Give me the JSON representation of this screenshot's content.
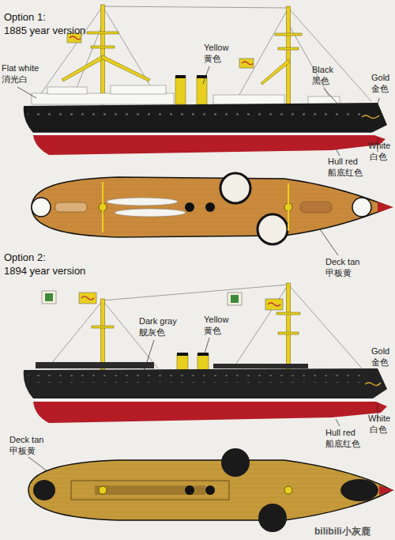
{
  "diagram": {
    "labels": [
      "Option 1:",
      "1885 year version",
      "Flat white",
      "消光白",
      "Yellow",
      "黄色",
      "Black",
      "黑色",
      "Gold",
      "金色",
      "Hull red",
      "船底红色",
      "White",
      "白色",
      "Deck tan",
      "甲板黄",
      "Option 2:",
      "1894 year version",
      "Dark gray",
      "舰灰色",
      "Yellow",
      "黄色",
      "Gold",
      "金色",
      "Deck tan",
      "甲板黄",
      "Hull red",
      "船底红色",
      "White",
      "白色",
      "bilibili小灰鹿"
    ]
  }
}
